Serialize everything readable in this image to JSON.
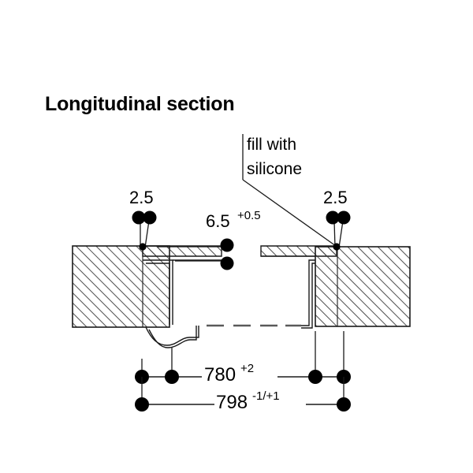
{
  "page": {
    "title": "Longitudinal section",
    "background_color": "#ffffff",
    "line_color": "#1a1a1a",
    "text_color": "#000000"
  },
  "annotations": {
    "note": {
      "line1": "fill with",
      "line2": "silicone",
      "name": "fill-with-silicone-note"
    }
  },
  "dimensions": {
    "thickness_left": {
      "value": "2.5",
      "tolerance": ""
    },
    "thickness_right": {
      "value": "2.5",
      "tolerance": ""
    },
    "lip_depth": {
      "value": "6.5",
      "tolerance": "+0.5"
    },
    "cutout_width": {
      "value": "780",
      "tolerance": "+2"
    },
    "overall_width": {
      "value": "798",
      "tolerance": "-1/+1"
    }
  },
  "chart_data": {
    "type": "table",
    "title": "Longitudinal section",
    "rows": [
      {
        "label": "2.5 (left)",
        "value": "2.5",
        "tolerance": ""
      },
      {
        "label": "2.5 (right)",
        "value": "2.5",
        "tolerance": ""
      },
      {
        "label": "6.5",
        "value": "6.5",
        "tolerance": "+0.5"
      },
      {
        "label": "780",
        "value": "780",
        "tolerance": "+2"
      },
      {
        "label": "798",
        "value": "798",
        "tolerance": "-1/+1"
      }
    ]
  }
}
